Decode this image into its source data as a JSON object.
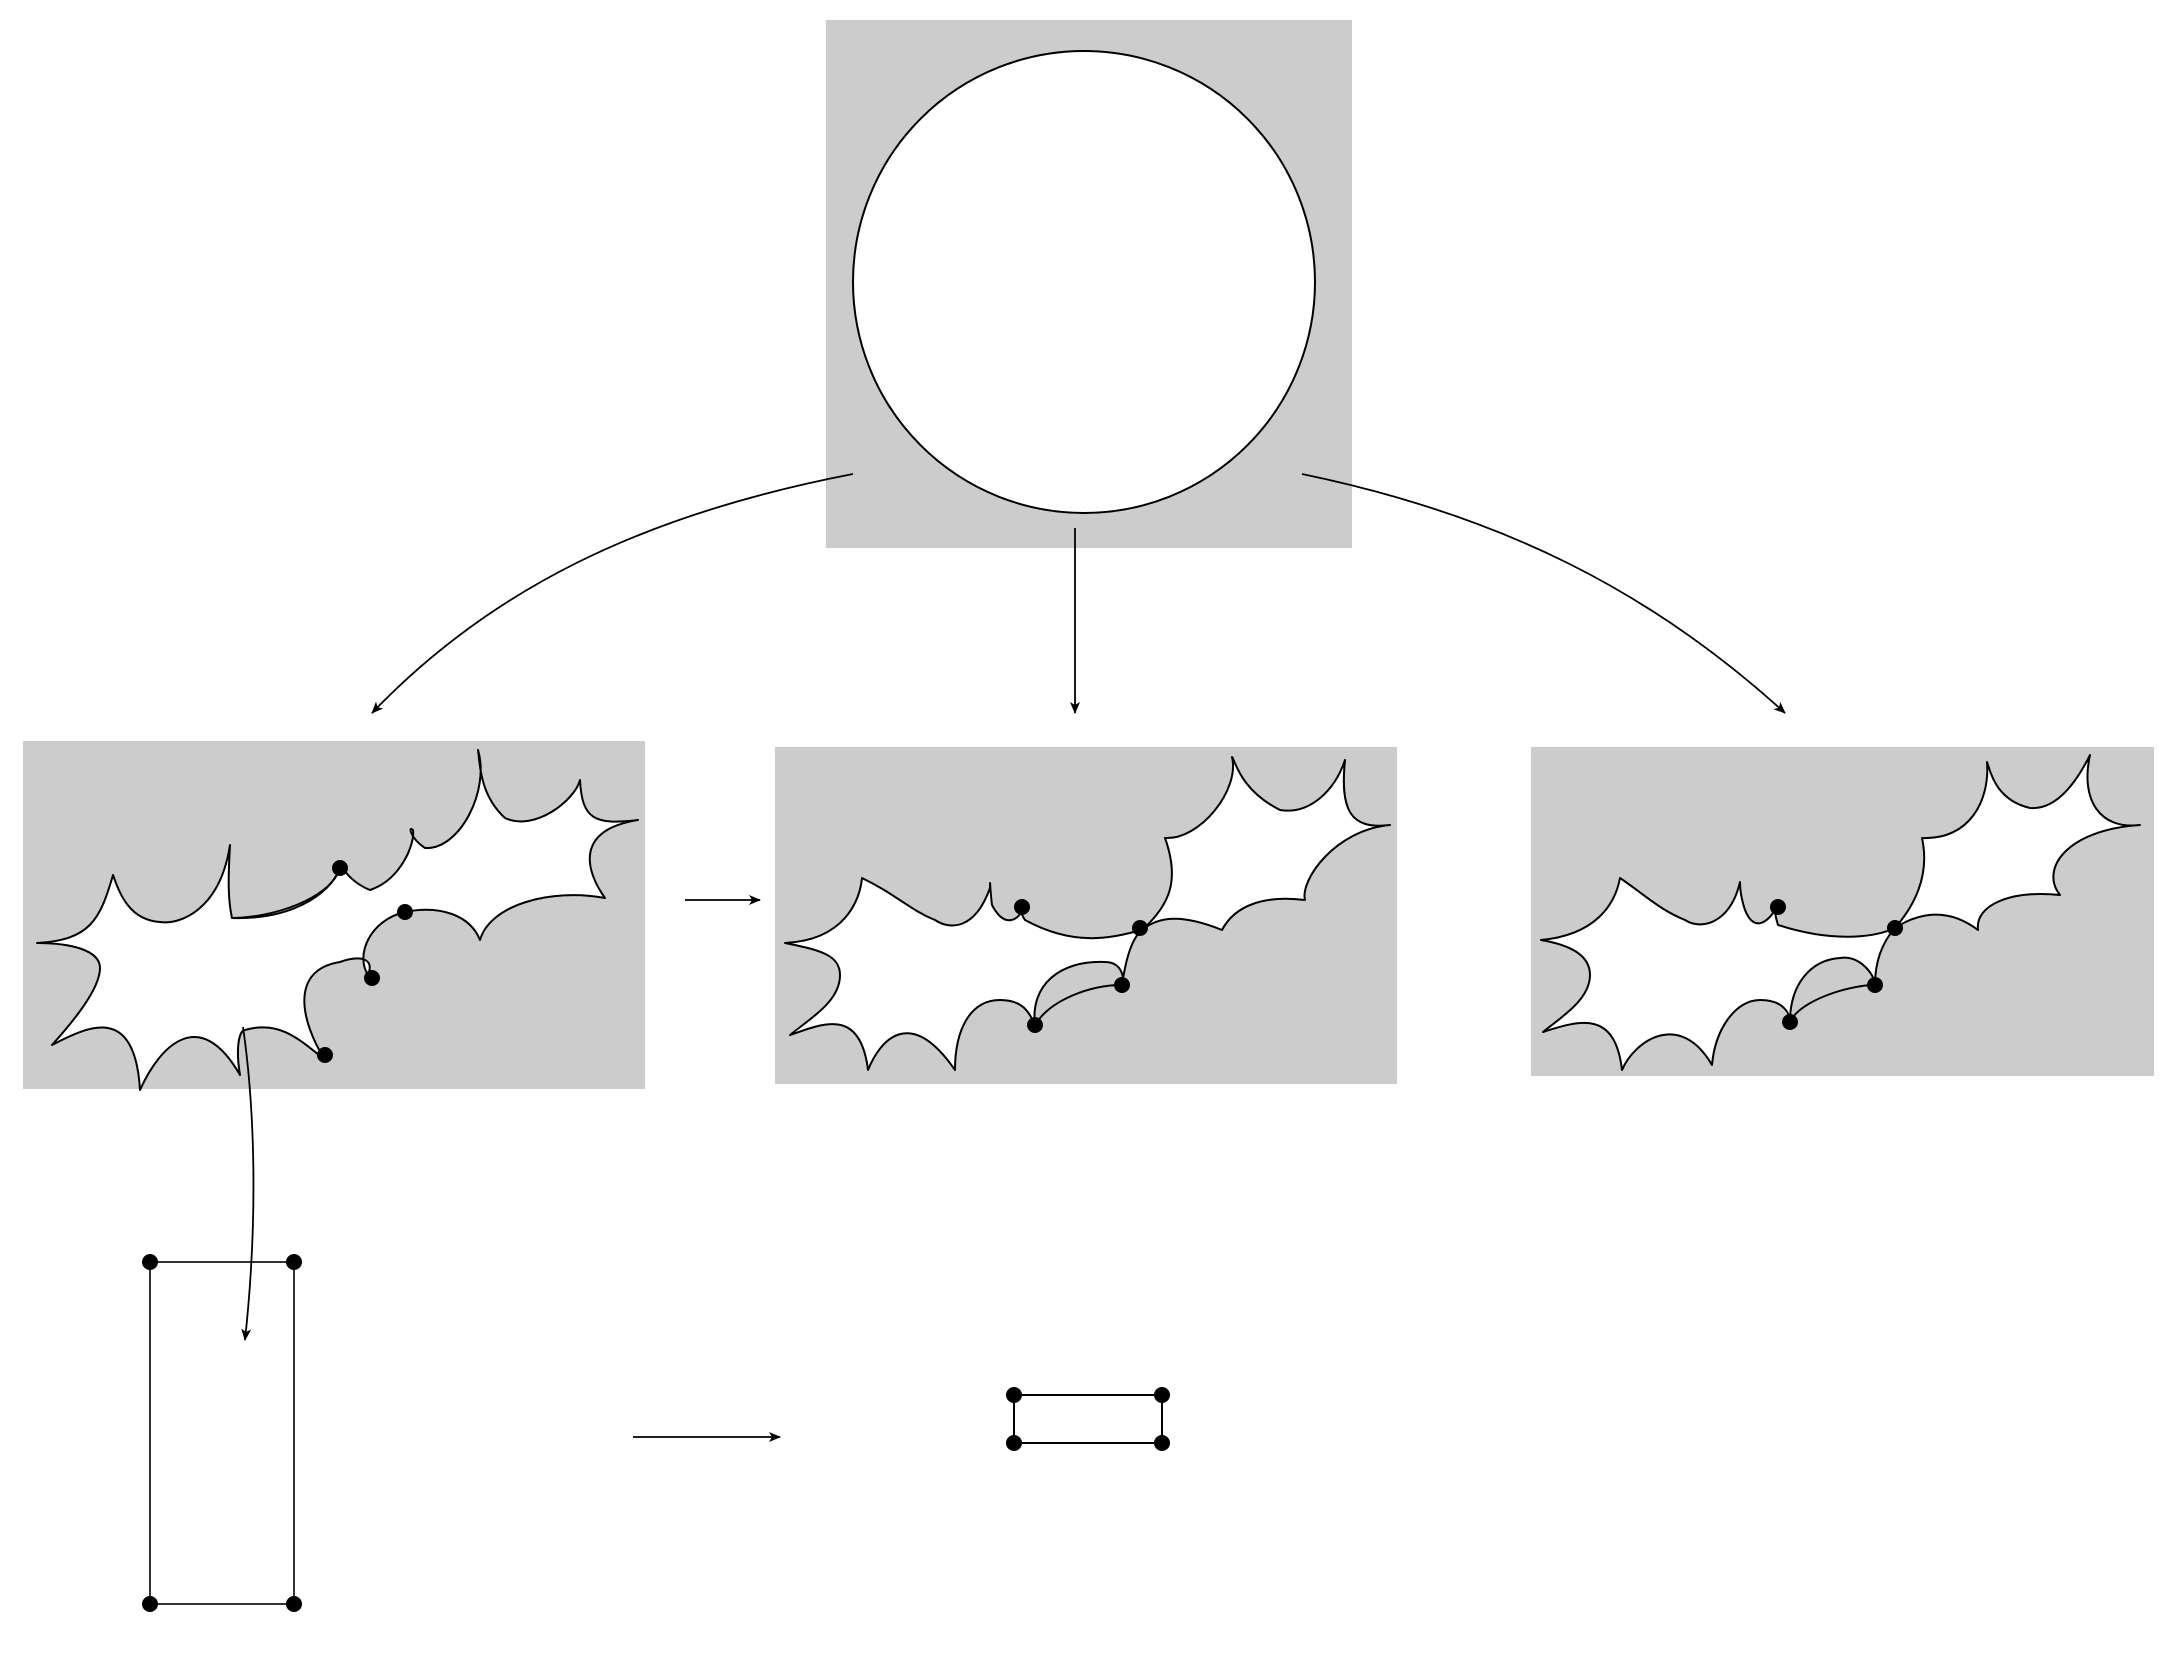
{
  "figure": {
    "description_free": true,
    "colors": {
      "panel_fill": "#cccccc",
      "region_fill": "#ffffff",
      "stroke": "#000000",
      "marked_point": "#000000"
    },
    "panels": {
      "top": {
        "shape": "disk"
      },
      "middle": [
        {
          "marked_points": 4
        },
        {
          "marked_points": 4
        },
        {
          "marked_points": 4
        }
      ],
      "bottom": [
        {
          "shape": "rectangle",
          "marked_points": 4
        },
        {
          "shape": "rectangle",
          "marked_points": 4
        }
      ]
    },
    "arrows": {
      "top_to_middle": 3,
      "horizontal": 2,
      "middle_to_bottom": 1
    }
  }
}
